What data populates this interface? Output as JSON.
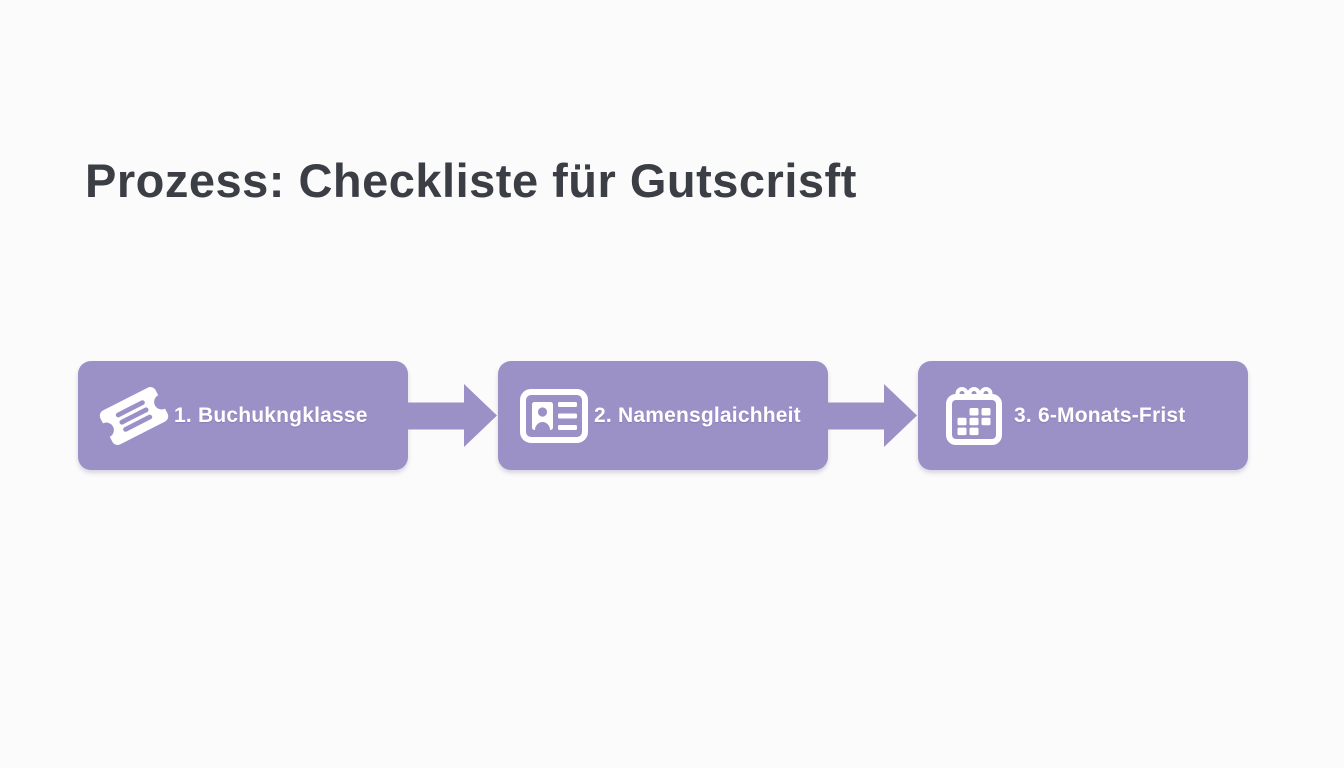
{
  "title": "Prozess: Checkliste für Gutscrisft",
  "colors": {
    "background": "#fbfbfb",
    "accent": "#9c91c7",
    "title_text": "#3b3e45",
    "step_text": "#ffffff"
  },
  "flow": {
    "connector": "arrow-right",
    "steps": [
      {
        "label": "1. Buchukngklasse",
        "icon": "ticket-icon"
      },
      {
        "label": "2. Namensglaichheit",
        "icon": "id-card-icon"
      },
      {
        "label": "3. 6-Monats-Frist",
        "icon": "calendar-icon"
      }
    ]
  }
}
